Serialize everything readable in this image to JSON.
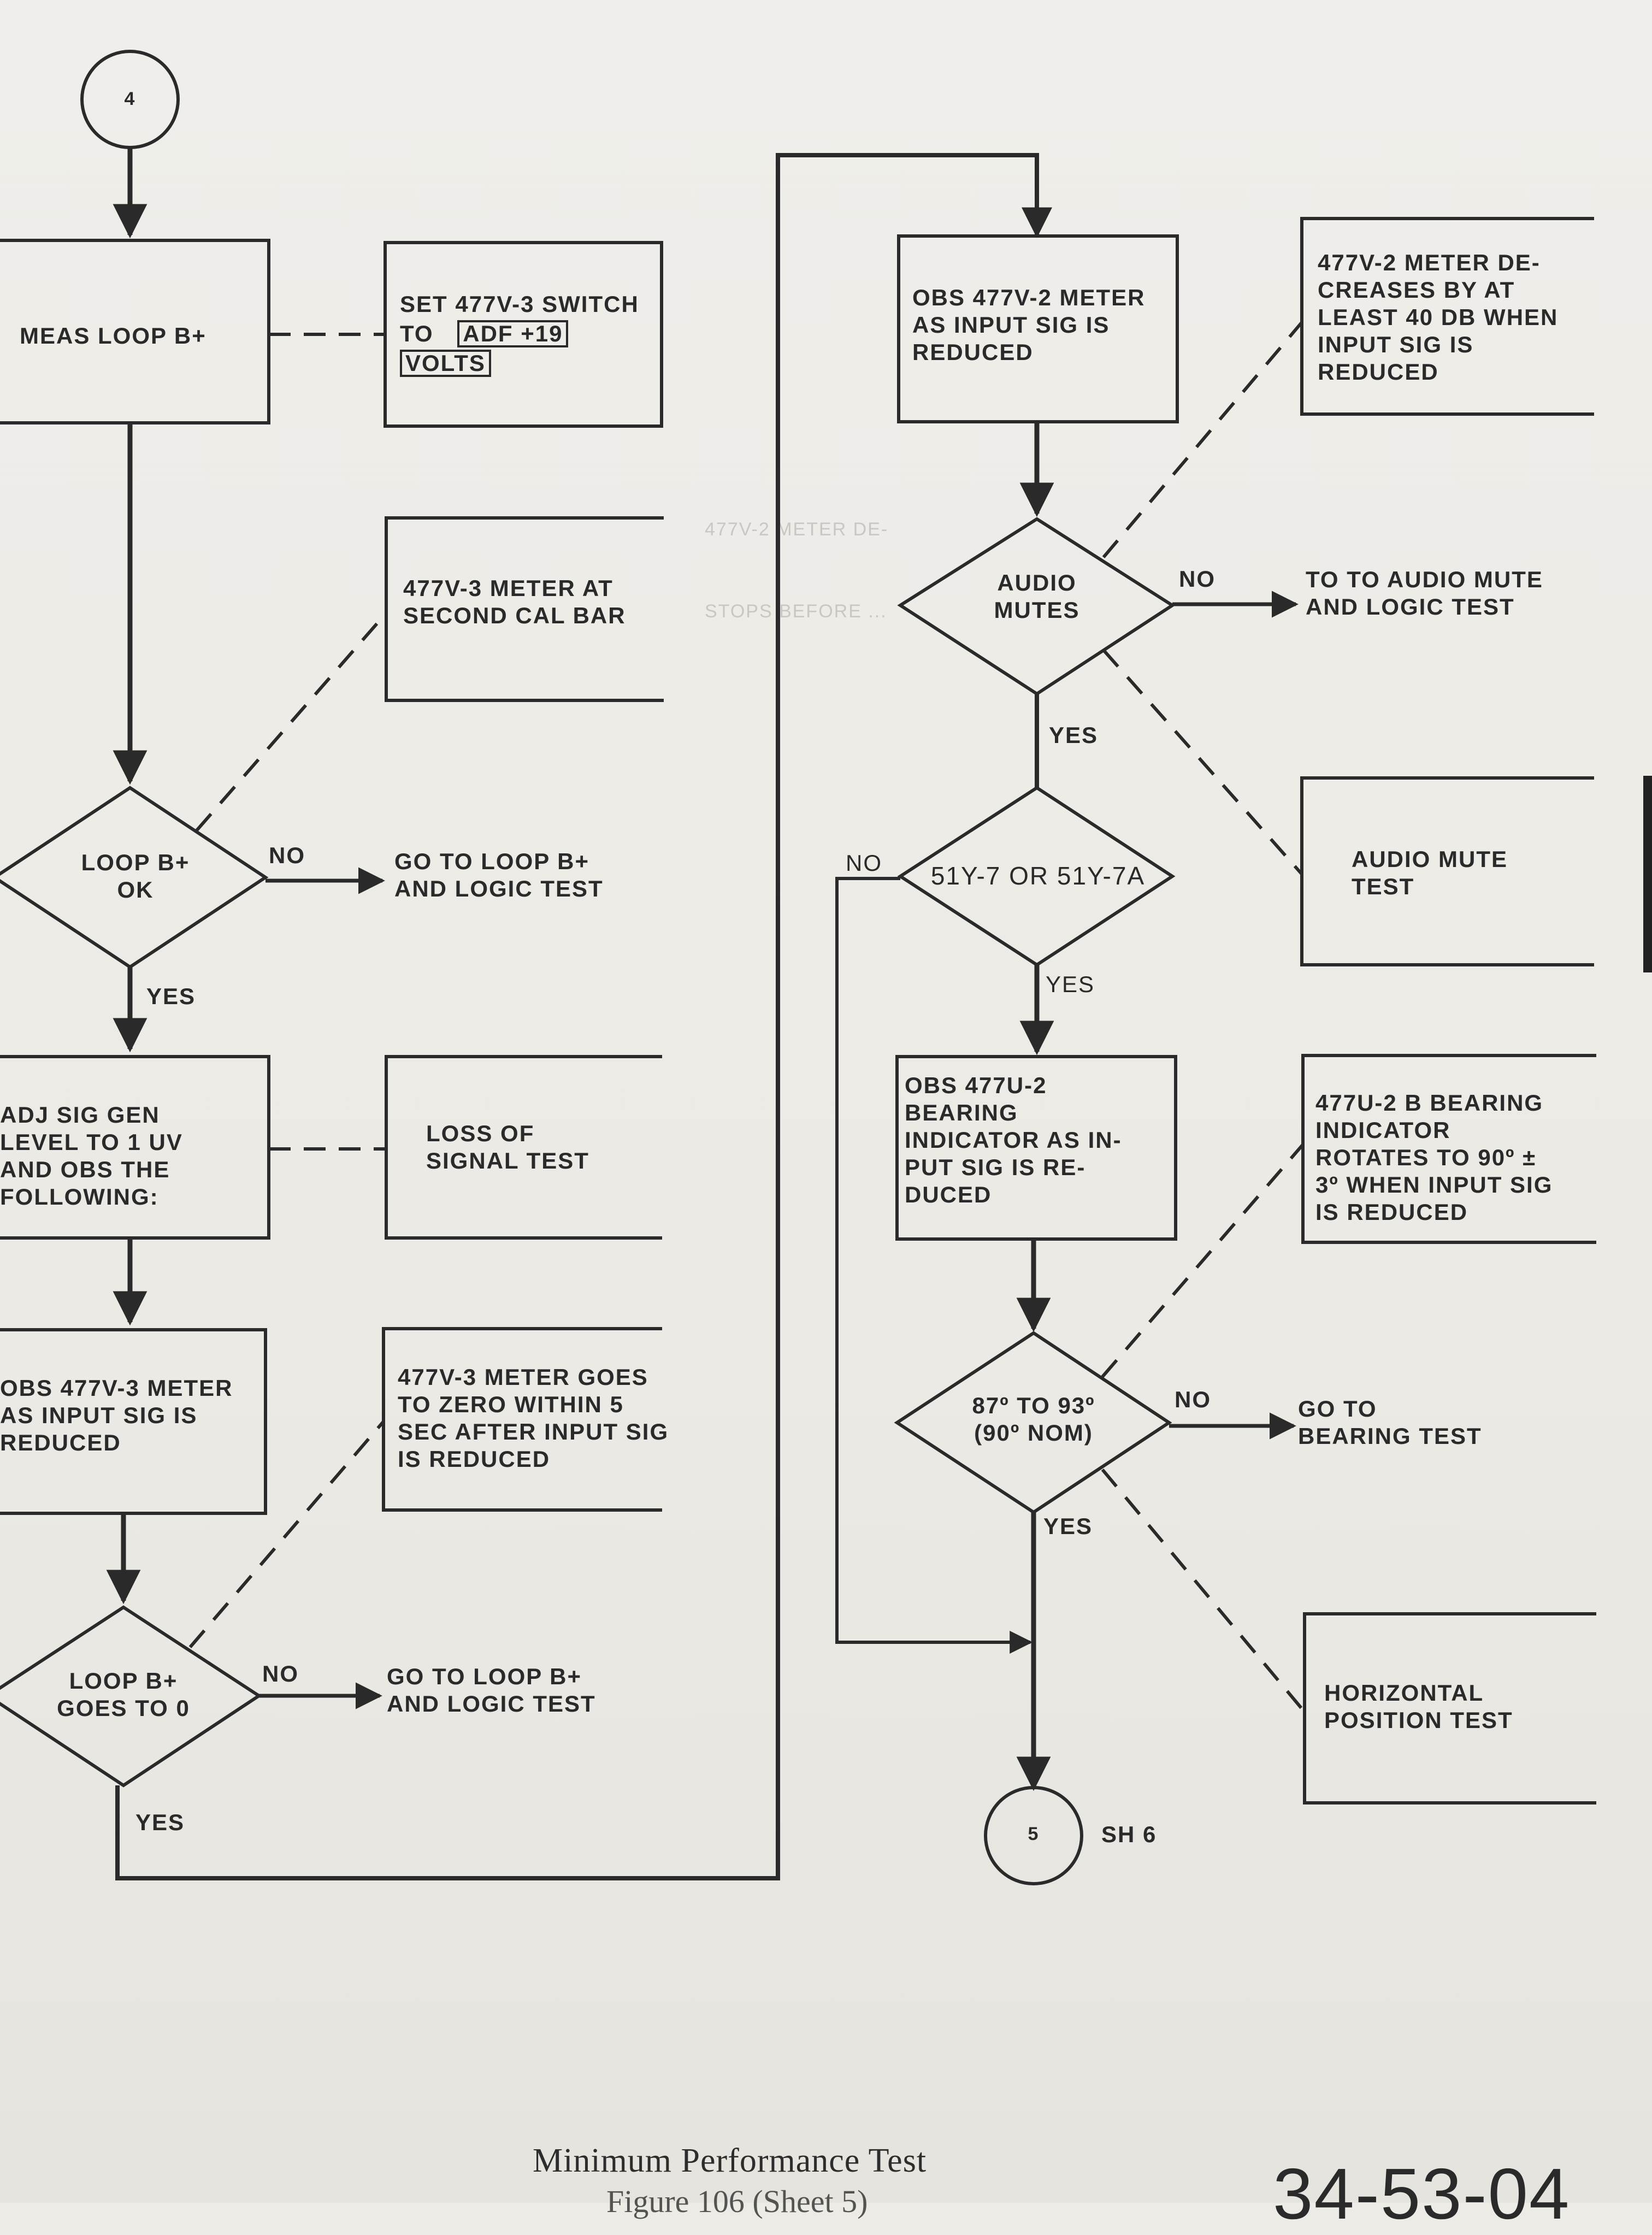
{
  "flowchart": {
    "start_connector": "4",
    "end_connector": "5",
    "end_sheet_ref": "SH 6",
    "left_column": {
      "meas_loop": "MEAS LOOP B+",
      "set_switch": "SET 477V-3 SWITCH",
      "set_switch_to": "TO",
      "set_switch_value": "ADF +19",
      "set_switch_units": "VOLTS",
      "meter_cal": "477V-3 METER AT\nSECOND CAL BAR",
      "decision_loop_ok": "LOOP B+\nOK",
      "no_label_1": "NO",
      "goto_loop_logic_1": "GO TO LOOP B+\nAND LOGIC TEST",
      "yes_label_1": "YES",
      "adj_sig_gen": "ADJ SIG GEN\nLEVEL TO 1 UV\nAND OBS THE\nFOLLOWING:",
      "loss_of_signal": "LOSS OF\nSIGNAL TEST",
      "obs_meter_3": "OBS 477V-3 METER\nAS INPUT SIG IS\nREDUCED",
      "meter_goes_zero": "477V-3 METER GOES\nTO ZERO WITHIN 5\nSEC AFTER INPUT SIG\nIS REDUCED",
      "decision_goes_0": "LOOP B+\nGOES TO 0",
      "no_label_2": "NO",
      "goto_loop_logic_2": "GO TO LOOP  B+\nAND LOGIC TEST",
      "yes_label_2": "YES"
    },
    "right_column": {
      "obs_meter_2": "OBS 477V-2 METER\nAS INPUT SIG IS\nREDUCED",
      "meter_decreases": "477V-2 METER DE-\nCREASES BY AT\nLEAST 40 DB WHEN\nINPUT SIG IS\nREDUCED",
      "decision_audio": "AUDIO\nMUTES",
      "no_label_3": "NO",
      "goto_audio_mute": "TO TO AUDIO MUTE\nAND LOGIC TEST",
      "yes_label_3": "YES",
      "audio_mute_test": "AUDIO MUTE\nTEST",
      "decision_51y": "51Y-7 OR 51Y-7A",
      "no_label_4": "NO",
      "yes_label_4": "YES",
      "obs_bearing": "OBS 477U-2\nBEARING\nINDICATOR AS IN-\nPUT SIG IS RE-\nDUCED",
      "bearing_rotates": "477U-2 B BEARING\nINDICATOR\nROTATES TO 90º ±\n3º WHEN INPUT SIG\nIS REDUCED",
      "decision_angle": "87º TO 93º\n(90º NOM)",
      "no_label_5": "NO",
      "goto_bearing": "GO TO\nBEARING TEST",
      "yes_label_5": "YES",
      "horizontal_test": "HORIZONTAL\nPOSITION TEST"
    }
  },
  "footer": {
    "caption": "Minimum Performance Test",
    "caption_sub": "Figure 106 (Sheet 5)",
    "document_number": "34-53-04"
  },
  "colors": {
    "ink": "#2a2a2a",
    "paper": "#ecebe6"
  }
}
